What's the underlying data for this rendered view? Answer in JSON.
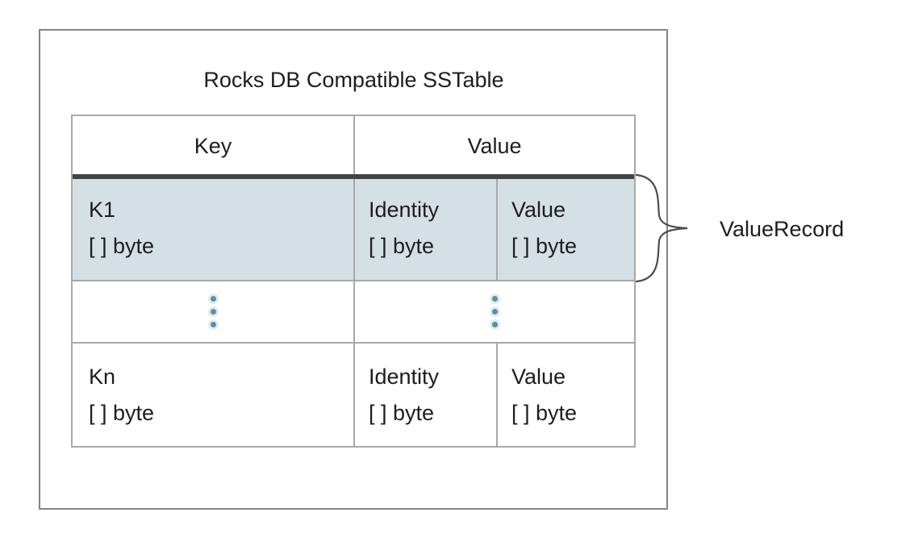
{
  "title": "Rocks DB Compatible SSTable",
  "table": {
    "header": {
      "key": "Key",
      "value": "Value"
    },
    "row_first": {
      "key": [
        "K1",
        "[ ] byte"
      ],
      "identity": [
        "Identity",
        "[ ] byte"
      ],
      "value": [
        "Value",
        "[ ] byte"
      ]
    },
    "row_ellipsis": {
      "symbol": "vertical-ellipsis"
    },
    "row_last": {
      "key": [
        "Kn",
        "[ ] byte"
      ],
      "identity": [
        "Identity",
        "[ ] byte"
      ],
      "value": [
        "Value",
        "[ ] byte"
      ]
    }
  },
  "annotation": {
    "label": "ValueRecord"
  },
  "colors": {
    "bg": "#ffffff",
    "text": "#1d1d1f",
    "outer_border": "#858585",
    "table_border": "#a6a9ab",
    "header_divider": "#3f4447",
    "highlight_row": "#d5e0e4",
    "dots": "#5d8fa0",
    "brace": "#4c4c4c"
  }
}
